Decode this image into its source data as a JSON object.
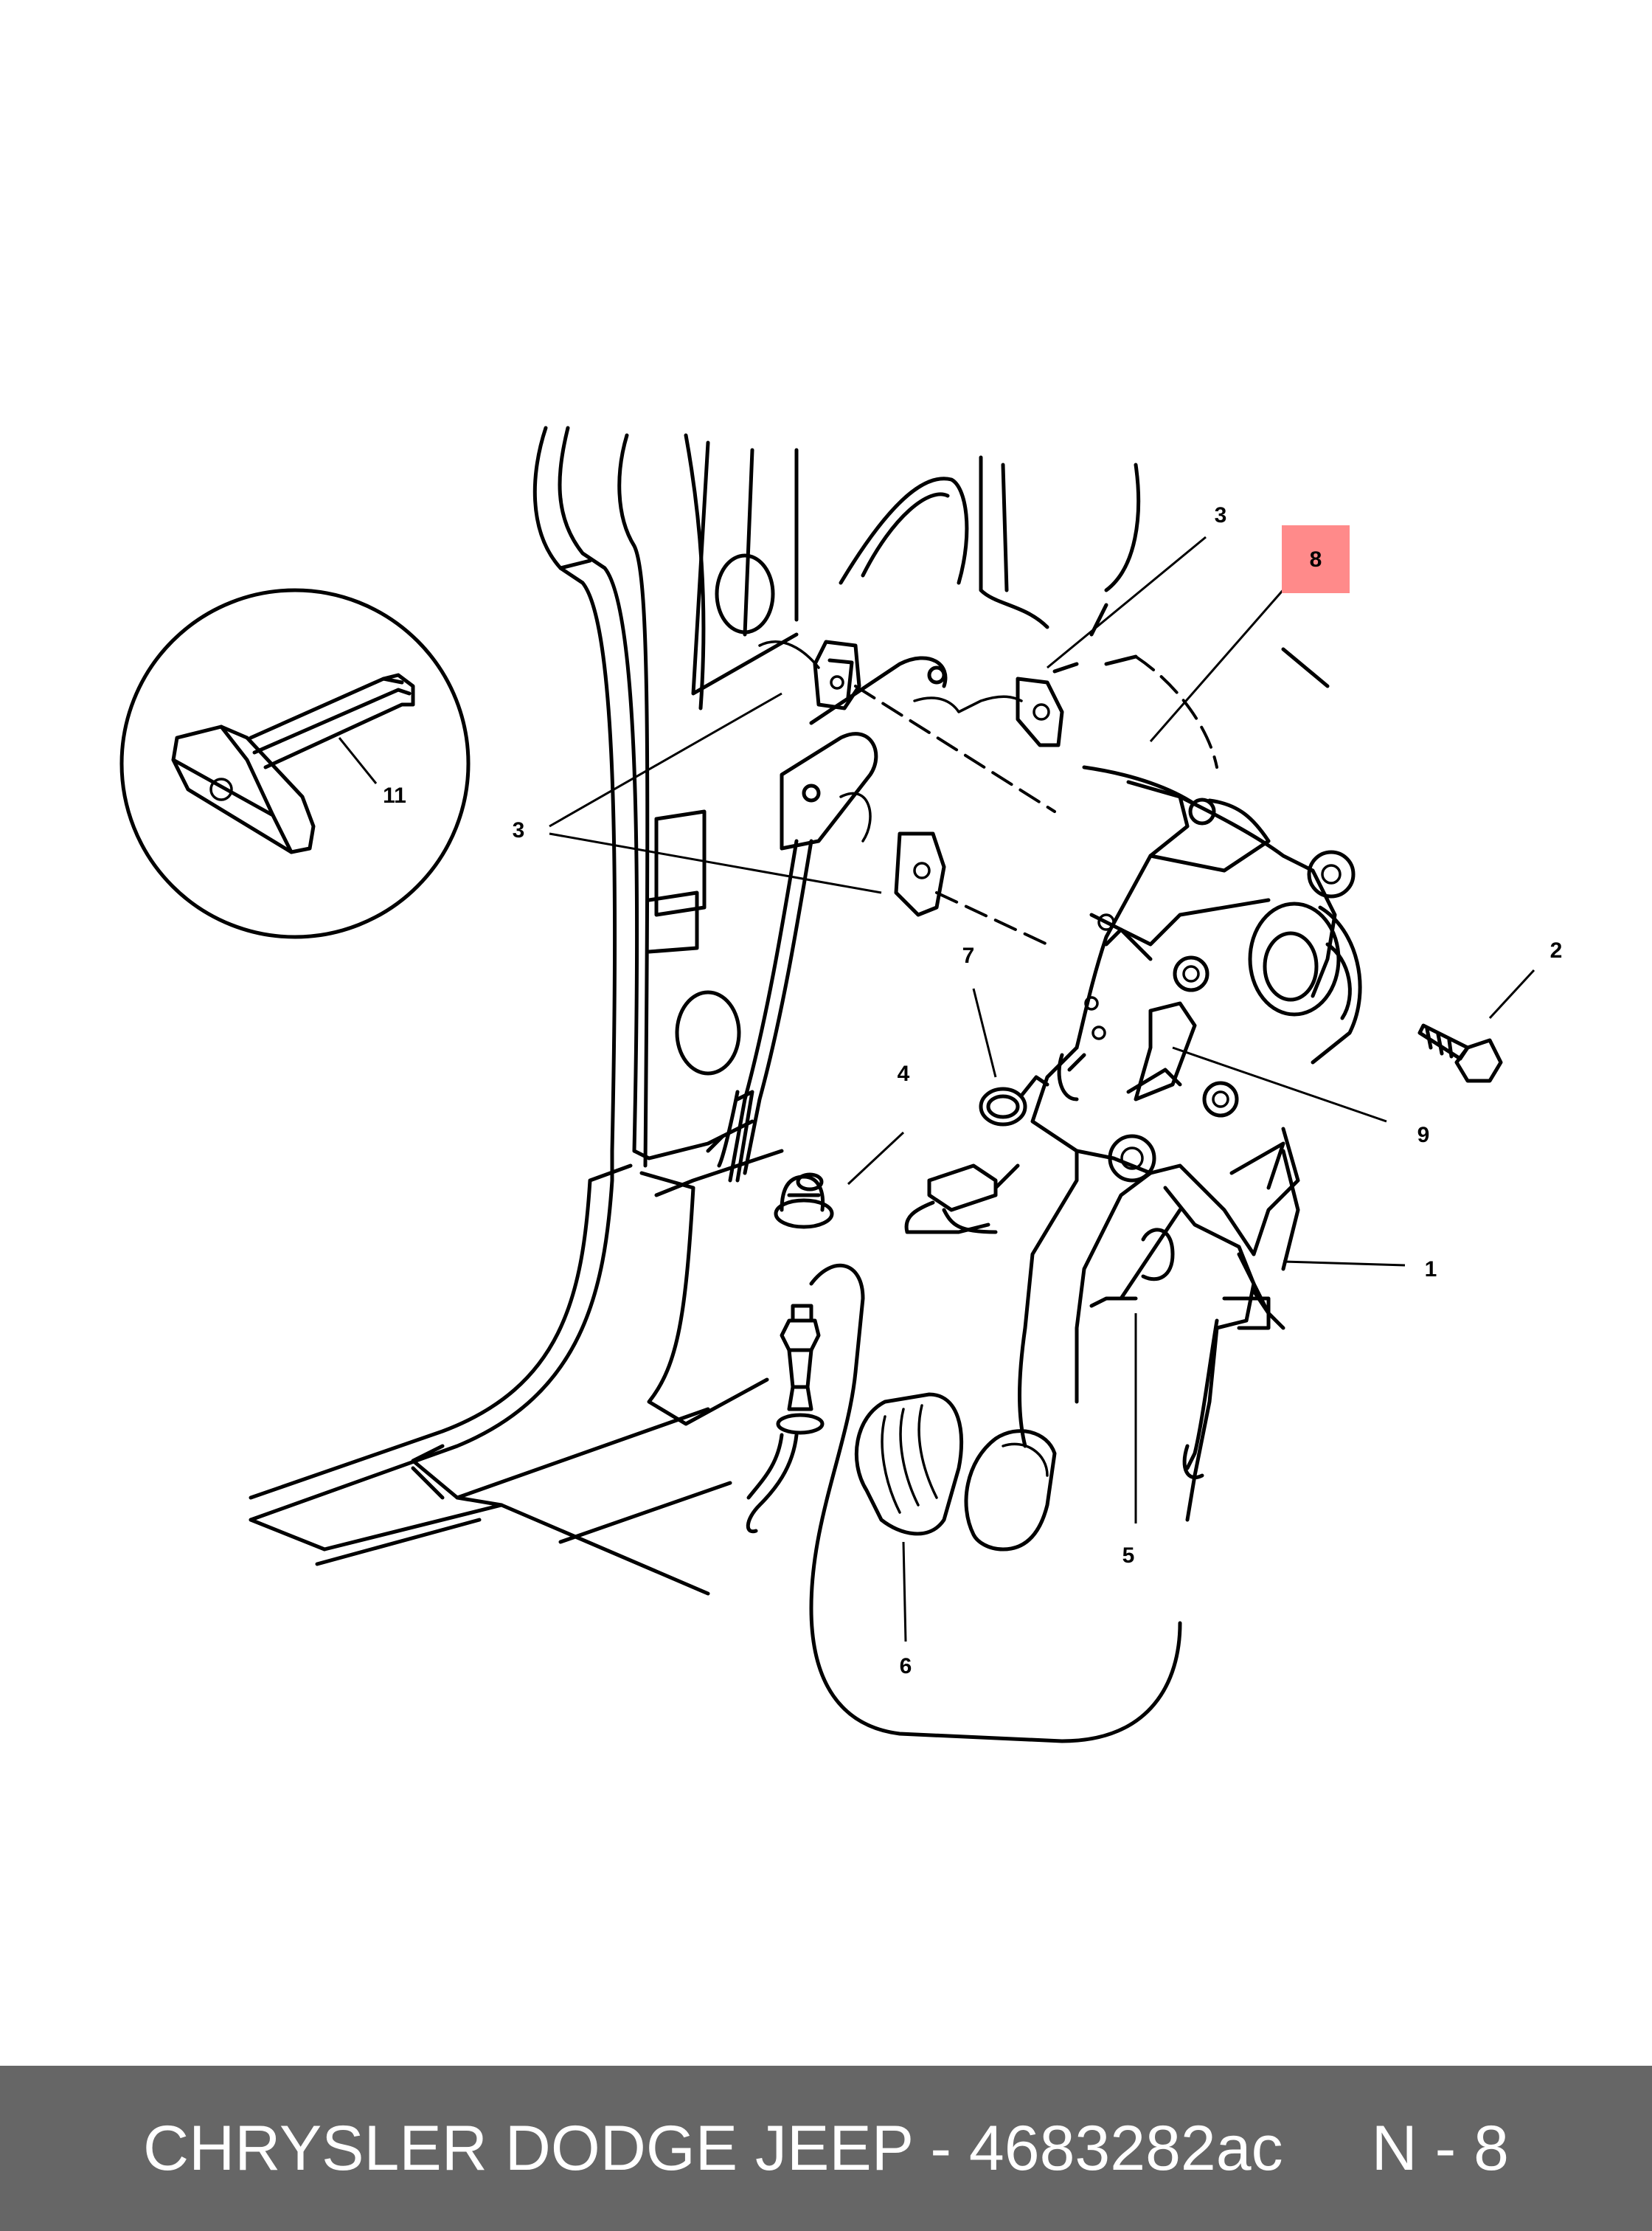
{
  "footer": {
    "part_line": "CHRYSLER DODGE JEEP - 4683282ac",
    "ref_line": "N - 8",
    "background_color": "#666666",
    "text_color": "#ffffff"
  },
  "highlight_color": "#ff8a8a",
  "callouts": {
    "c1": "1",
    "c2": "2",
    "c3a": "3",
    "c3b": "3",
    "c4": "4",
    "c5": "5",
    "c6": "6",
    "c7": "7",
    "c8": "8",
    "c9": "9",
    "c11": "11"
  }
}
